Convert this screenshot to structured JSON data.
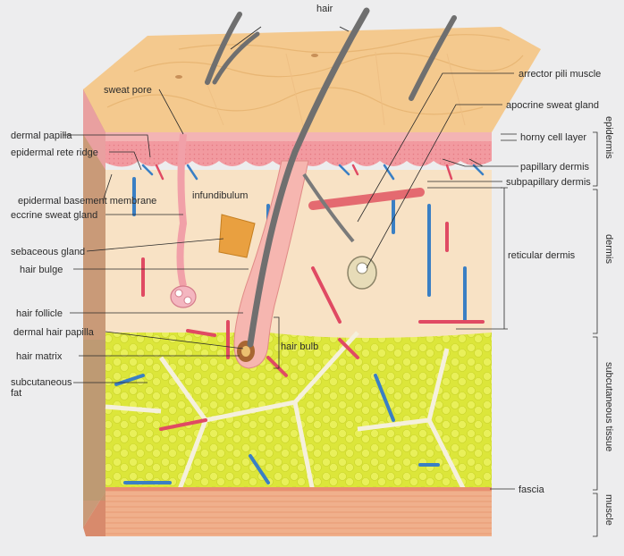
{
  "labels": {
    "hair": "hair",
    "sweat_pore": "sweat pore",
    "arrector_pili_muscle": "arrector pili muscle",
    "apocrine_sweat_gland": "apocrine sweat gland",
    "dermal_papilla": "dermal papilla",
    "epidermal_rete_ridge": "epidermal rete ridge",
    "horny_cell_layer": "horny cell layer",
    "papillary_dermis": "papillary dermis",
    "subpapillary_dermis": "subpapillary dermis",
    "epidermal_basement_membrane": "epidermal basement membrane",
    "infundibulum": "infundibulum",
    "eccrine_sweat_gland": "eccrine sweat gland",
    "sebaceous_gland": "sebaceous gland",
    "reticular_dermis": "reticular dermis",
    "hair_bulge": "hair bulge",
    "hair_follicle": "hair follicle",
    "dermal_hair_papilla": "dermal hair papilla",
    "hair_bulb": "hair bulb",
    "hair_matrix": "hair matrix",
    "subcutaneous_fat_line1": "subcutaneous",
    "subcutaneous_fat_line2": "fat",
    "fascia": "fascia"
  },
  "sections": {
    "epidermis": "epidermis",
    "dermis": "dermis",
    "subcutaneous_tissue": "subcutaneous tissue",
    "muscle": "muscle"
  },
  "colors": {
    "background": "#ededee",
    "stratum_top": "#f4c98e",
    "epidermis": "#f2a7a8",
    "dermis": "#f8e2c5",
    "fat": "#dde834",
    "muscle": "#f2b38f",
    "vein": "#3a7fc4",
    "artery": "#e04a63",
    "hair": "#6f6f6f"
  }
}
